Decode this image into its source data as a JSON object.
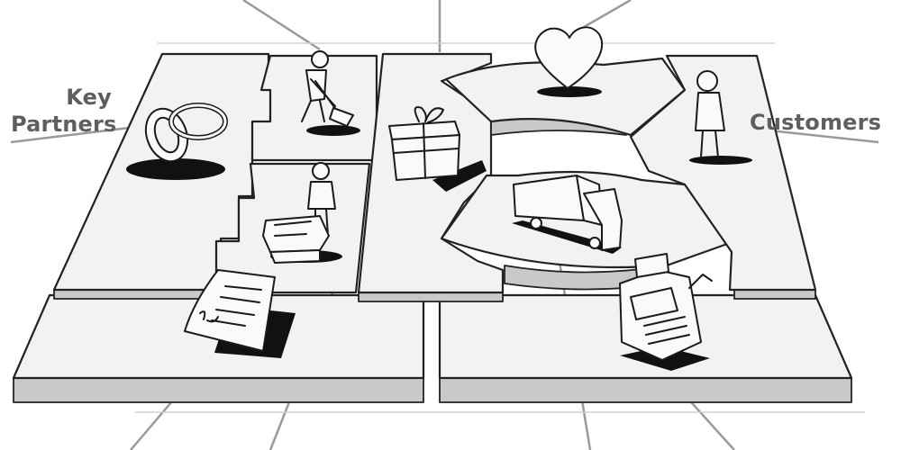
{
  "labels": {
    "key_partners_line1": "Key",
    "key_partners_line2": "Partners",
    "customers": "Customers"
  },
  "colors": {
    "block_fill": "#f2f2f2",
    "block_edge": "#c9c9c9",
    "ink": "#1a1a1a",
    "label_text": "#5f5f5f",
    "leader_line": "#9a9a9a"
  },
  "illustrations": {
    "key_partners": "interlocked-rings-icon",
    "key_activities": "digging-worker-icon",
    "key_resources": "worker-machine-icon",
    "value_propositions": "gift-box-icon",
    "customer_relationships": "heart-icon",
    "channels": "delivery-truck-icon",
    "customer_segments": "person-icon",
    "cost_structure": "invoice-icon",
    "revenue_streams": "cash-register-icon"
  }
}
